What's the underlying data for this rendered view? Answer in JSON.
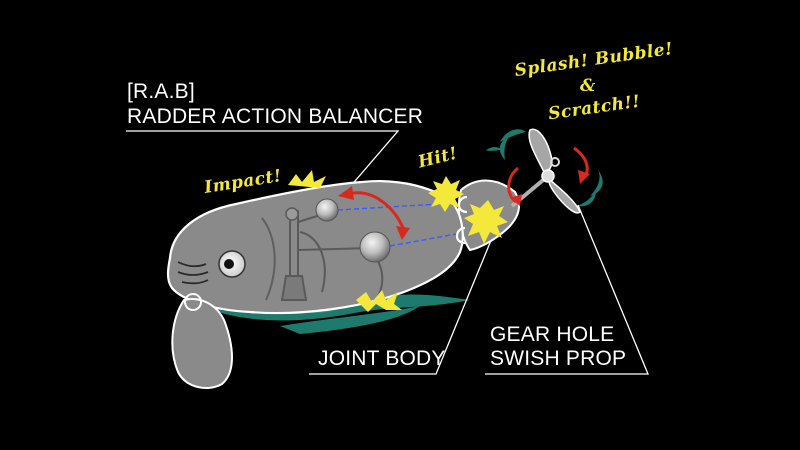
{
  "labels": {
    "rab_abbr": "[R.A.B]",
    "rab_full": "RADDER ACTION BALANCER",
    "joint_body": "JOINT BODY",
    "gear_hole": "GEAR HOLE",
    "swish_prop": "SWISH PROP"
  },
  "effects": {
    "impact": "Impact!",
    "hit": "Hit!",
    "splash_line1": "Splash! Bubble!",
    "splash_line2": "&",
    "splash_line3": "Scratch!!"
  },
  "colors": {
    "background": "#000000",
    "label_text": "#ffffff",
    "effect_text": "#f4e83a",
    "arrow_red": "#d62a1e",
    "water_teal": "#1f7a6e",
    "body_gray": "#8a8a8a"
  }
}
